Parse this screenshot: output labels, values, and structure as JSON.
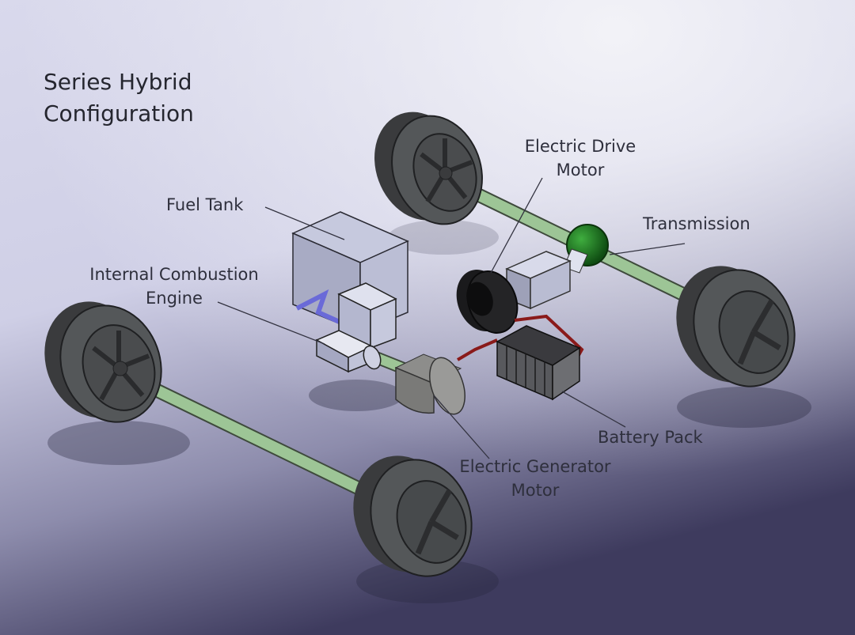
{
  "title": {
    "line1": "Series Hybrid",
    "line2": "Configuration"
  },
  "labels": {
    "fuel_tank": "Fuel Tank",
    "ice_line1": "Internal Combustion",
    "ice_line2": "Engine",
    "drive_motor_line1": "Electric Drive",
    "drive_motor_line2": "Motor",
    "transmission": "Transmission",
    "battery_pack": "Battery Pack",
    "generator_line1": "Electric Generator",
    "generator_line2": "Motor"
  },
  "colors": {
    "axle": "#9dc596",
    "tire": "#545759",
    "transmission_ball": "#1f7a1f",
    "wiring": "#8a1a1a",
    "engine_body": "#c9cbe0",
    "fuel_line": "#6a6ad8"
  }
}
